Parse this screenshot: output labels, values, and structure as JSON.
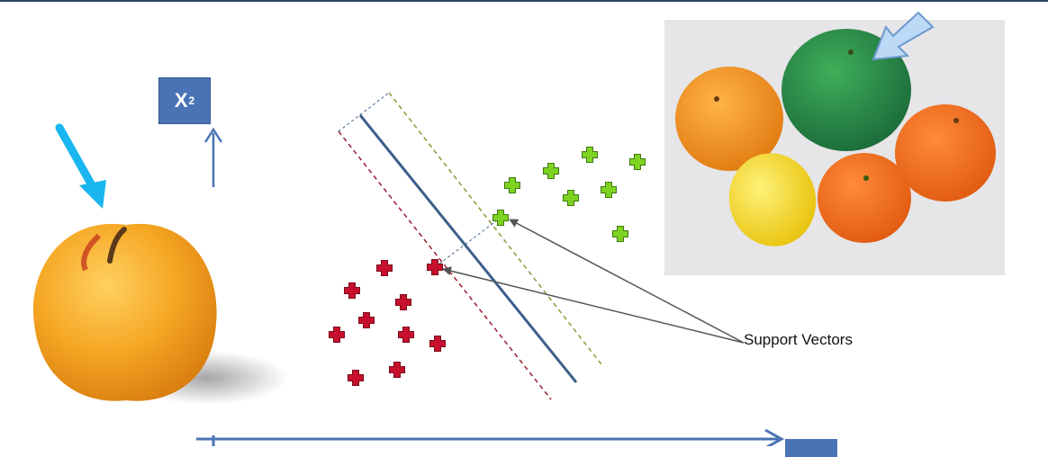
{
  "axes": {
    "y_axis_label_main": "X",
    "y_axis_label_sub": "2"
  },
  "annotation": {
    "support_vectors_label": "Support Vectors"
  },
  "colors": {
    "axis_blue": "#4a73b5",
    "hyperplane": "#3d5f8c",
    "class_red": "#c8102e",
    "class_green": "#7ed321",
    "red_margin": "#9b1b30",
    "green_margin": "#8a9a3a",
    "arrow_cyan": "#19b6f0",
    "apple_orange": "#f5a623"
  },
  "icons": [
    "apple-image",
    "citrus-fruits-image",
    "pointer-arrow-icon",
    "plus-marker-icon"
  ]
}
